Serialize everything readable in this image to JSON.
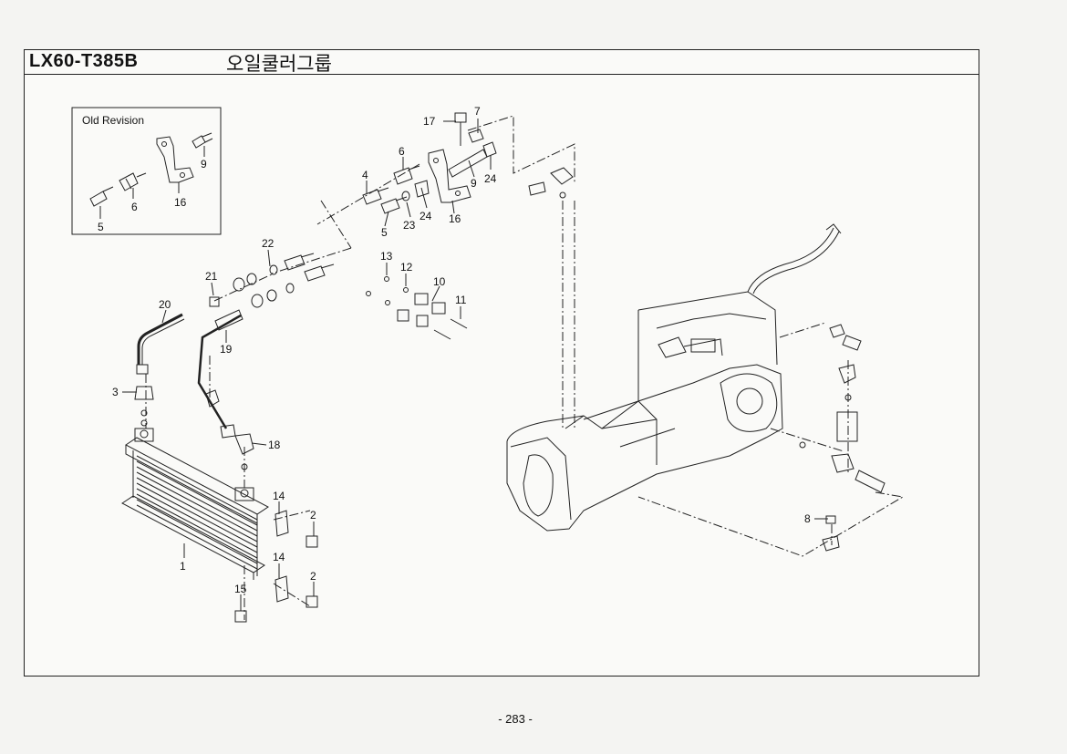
{
  "header": {
    "model": "LX60-T385B",
    "title": "오일쿨러그룹"
  },
  "old_revision": {
    "title": "Old Revision",
    "labels": [
      "9",
      "16",
      "6",
      "5"
    ]
  },
  "callouts": [
    "17",
    "7",
    "6",
    "4",
    "24",
    "9",
    "24",
    "23",
    "5",
    "16",
    "22",
    "21",
    "20",
    "13",
    "12",
    "10",
    "11",
    "19",
    "3",
    "18",
    "14",
    "2",
    "14",
    "2",
    "1",
    "15",
    "8"
  ],
  "footer": {
    "page": "- 283 -"
  }
}
